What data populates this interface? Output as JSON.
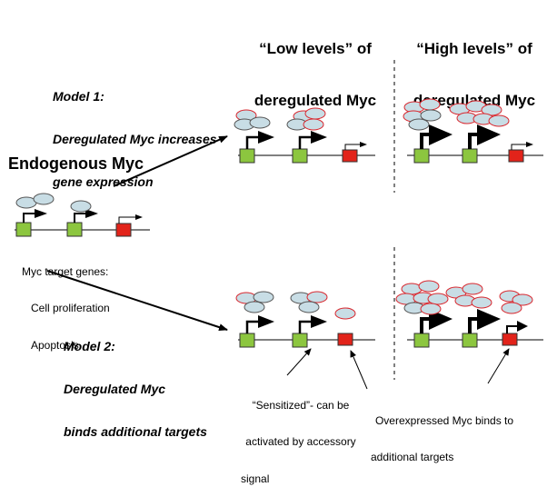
{
  "headers": {
    "low_line1": "“Low levels” of",
    "low_line2": "deregulated Myc",
    "high_line1": "“High levels” of",
    "high_line2": "deregulated Myc"
  },
  "model1": {
    "line1": "Model 1:",
    "line2": "Deregulated Myc increases",
    "line3": "gene expression"
  },
  "model2": {
    "line1": "Model 2:",
    "line2": "Deregulated Myc",
    "line3": "binds additional targets"
  },
  "endogenous": {
    "title": "Endogenous Myc",
    "targets_line1": "Myc target genes:",
    "targets_line2": "Cell proliferation",
    "targets_line3": "Apoptosis"
  },
  "annotations": {
    "sensitized_line1": "“Sensitized”- can be",
    "sensitized_line2": "activated by accessory",
    "sensitized_line3": "signal",
    "overexpressed_line1": "Overexpressed Myc binds to",
    "overexpressed_line2": "additional targets"
  },
  "colors": {
    "myc_endogenous": "#c8dde5",
    "myc_deregulated_outline": "#d9262d",
    "gene_green": "#8cc63f",
    "gene_red": "#e2231a"
  }
}
